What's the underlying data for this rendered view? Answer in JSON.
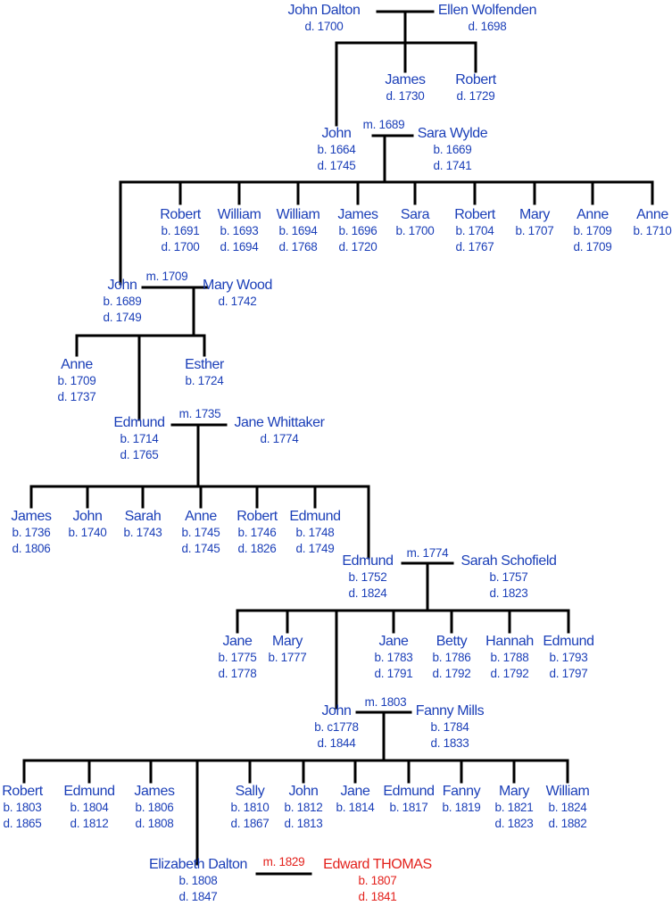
{
  "title": "Dalton family tree",
  "colors": {
    "default": "#1b3fb8",
    "highlight": "#e3211c",
    "line": "#000000"
  },
  "people": [
    {
      "name": "John Dalton",
      "dates": [
        "d. 1700"
      ]
    },
    {
      "name": "Ellen Wolfenden",
      "dates": [
        "d. 1698"
      ]
    },
    {
      "name": "James",
      "dates": [
        "d. 1730"
      ]
    },
    {
      "name": "Robert",
      "dates": [
        "d. 1729"
      ]
    },
    {
      "name": "John",
      "dates": [
        "b. 1664",
        "d. 1745"
      ]
    },
    {
      "name": "Sara Wylde",
      "dates": [
        "b. 1669",
        "d. 1741"
      ]
    },
    {
      "name": "Robert",
      "dates": [
        "b. 1691",
        "d. 1700"
      ]
    },
    {
      "name": "William",
      "dates": [
        "b. 1693",
        "d. 1694"
      ]
    },
    {
      "name": "William",
      "dates": [
        "b. 1694",
        "d. 1768"
      ]
    },
    {
      "name": "James",
      "dates": [
        "b. 1696",
        "d. 1720"
      ]
    },
    {
      "name": "Sara",
      "dates": [
        "b. 1700"
      ]
    },
    {
      "name": "Robert",
      "dates": [
        "b. 1704",
        "d. 1767"
      ]
    },
    {
      "name": "Mary",
      "dates": [
        "b. 1707"
      ]
    },
    {
      "name": "Anne",
      "dates": [
        "b. 1709",
        "d. 1709"
      ]
    },
    {
      "name": "Anne",
      "dates": [
        "b. 1710"
      ]
    },
    {
      "name": "John",
      "dates": [
        "b. 1689",
        "d. 1749"
      ]
    },
    {
      "name": "Mary Wood",
      "dates": [
        "d. 1742"
      ]
    },
    {
      "name": "Anne",
      "dates": [
        "b. 1709",
        "d. 1737"
      ]
    },
    {
      "name": "Esther",
      "dates": [
        "b. 1724"
      ]
    },
    {
      "name": "Edmund",
      "dates": [
        "b. 1714",
        "d. 1765"
      ]
    },
    {
      "name": "Jane Whittaker",
      "dates": [
        "d. 1774"
      ]
    },
    {
      "name": "James",
      "dates": [
        "b. 1736",
        "d. 1806"
      ]
    },
    {
      "name": "John",
      "dates": [
        "b. 1740"
      ]
    },
    {
      "name": "Sarah",
      "dates": [
        "b. 1743"
      ]
    },
    {
      "name": "Anne",
      "dates": [
        "b. 1745",
        "d. 1745"
      ]
    },
    {
      "name": "Robert",
      "dates": [
        "b. 1746",
        "d. 1826"
      ]
    },
    {
      "name": "Edmund",
      "dates": [
        "b. 1748",
        "d. 1749"
      ]
    },
    {
      "name": "Edmund",
      "dates": [
        "b. 1752",
        "d. 1824"
      ]
    },
    {
      "name": "Sarah Schofield",
      "dates": [
        "b. 1757",
        "d. 1823"
      ]
    },
    {
      "name": "Jane",
      "dates": [
        "b. 1775",
        "d. 1778"
      ]
    },
    {
      "name": "Mary",
      "dates": [
        "b. 1777"
      ]
    },
    {
      "name": "Jane",
      "dates": [
        "b. 1783",
        "d. 1791"
      ]
    },
    {
      "name": "Betty",
      "dates": [
        "b. 1786",
        "d. 1792"
      ]
    },
    {
      "name": "Hannah",
      "dates": [
        "b. 1788",
        "d. 1792"
      ]
    },
    {
      "name": "Edmund",
      "dates": [
        "b. 1793",
        "d. 1797"
      ]
    },
    {
      "name": "John",
      "dates": [
        "b. c1778",
        "d. 1844"
      ]
    },
    {
      "name": "Fanny Mills",
      "dates": [
        "b. 1784",
        "d. 1833"
      ]
    },
    {
      "name": "Robert",
      "dates": [
        "b. 1803",
        "d. 1865"
      ]
    },
    {
      "name": "Edmund",
      "dates": [
        "b. 1804",
        "d. 1812"
      ]
    },
    {
      "name": "James",
      "dates": [
        "b. 1806",
        "d. 1808"
      ]
    },
    {
      "name": "Sally",
      "dates": [
        "b. 1810",
        "d. 1867"
      ]
    },
    {
      "name": "John",
      "dates": [
        "b. 1812",
        "d. 1813"
      ]
    },
    {
      "name": "Jane",
      "dates": [
        "b. 1814"
      ]
    },
    {
      "name": "Edmund",
      "dates": [
        "b. 1817"
      ]
    },
    {
      "name": "Fanny",
      "dates": [
        "b. 1819"
      ]
    },
    {
      "name": "Mary",
      "dates": [
        "b. 1821",
        "d. 1823"
      ]
    },
    {
      "name": "William",
      "dates": [
        "b. 1824",
        "d. 1882"
      ]
    },
    {
      "name": "Elizabeth Dalton",
      "dates": [
        "b. 1808",
        "d. 1847"
      ]
    },
    {
      "name": "Edward THOMAS",
      "dates": [
        "b. 1807",
        "d. 1841"
      ],
      "highlight": true
    }
  ],
  "marriages": [
    {
      "label": "m. 1689"
    },
    {
      "label": "m. 1709"
    },
    {
      "label": "m. 1735"
    },
    {
      "label": "m. 1774"
    },
    {
      "label": "m. 1803"
    },
    {
      "label": "m. 1829",
      "highlight": true
    }
  ]
}
